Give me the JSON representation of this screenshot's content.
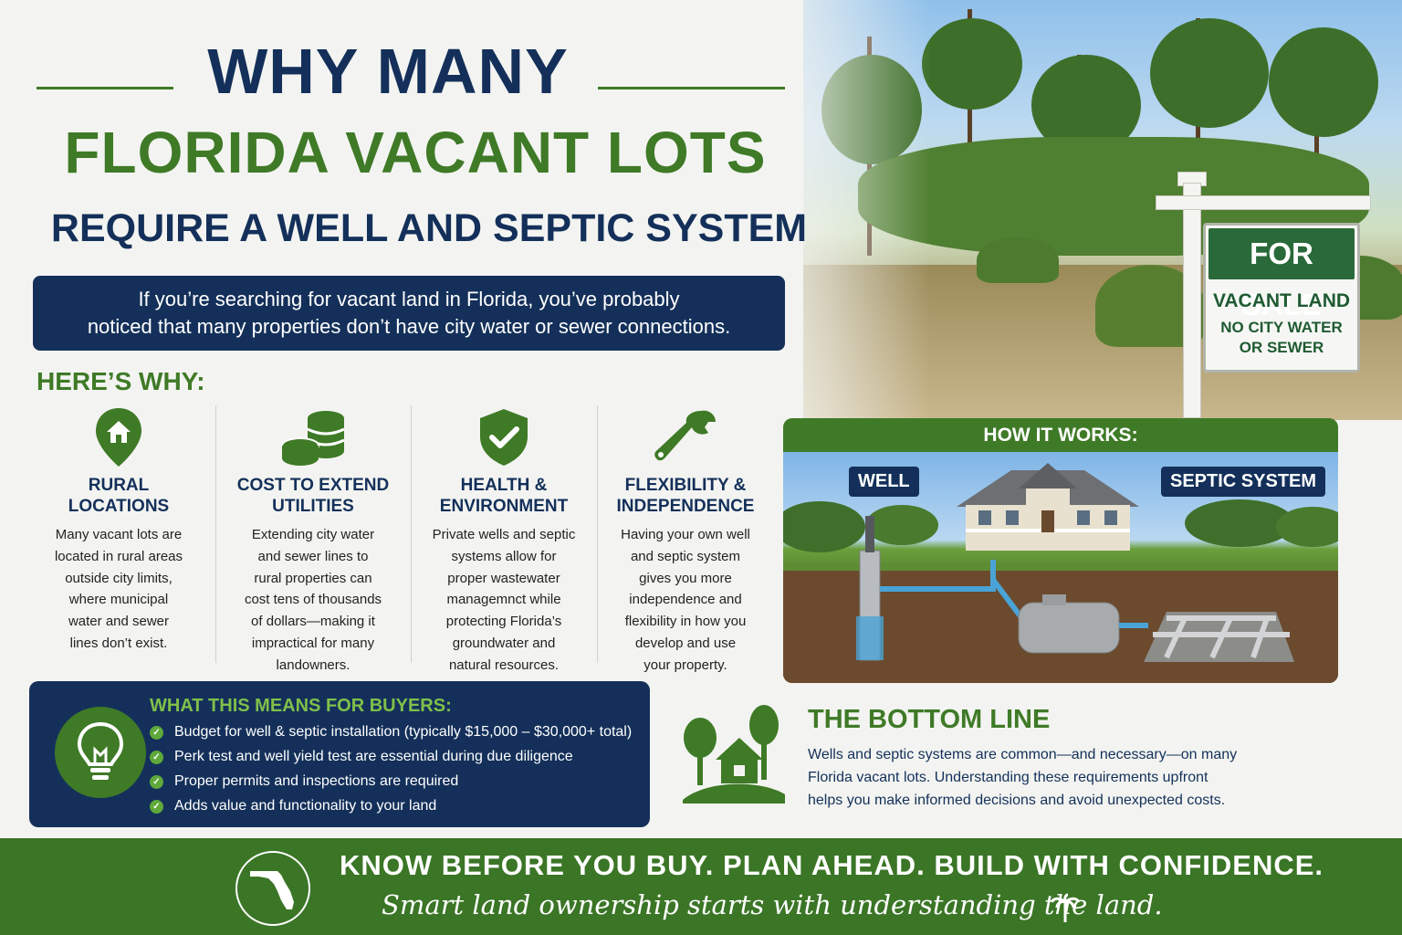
{
  "headline": {
    "line1": "WHY MANY",
    "line2": "FLORIDA VACANT LOTS",
    "line3": "REQUIRE A WELL AND SEPTIC SYSTEM"
  },
  "intro": {
    "line1": "If you’re searching for vacant land in Florida, you’ve probably",
    "line2": "noticed that many properties don’t have city water or sewer connections."
  },
  "sign": {
    "top": "FOR SALE",
    "middle": "VACANT LAND",
    "bottom1": "NO CITY WATER",
    "bottom2": "OR SEWER"
  },
  "heres_why": "HERE’S WHY:",
  "reasons": [
    {
      "icon": "map-pin-home-icon",
      "title1": "RURAL",
      "title2": "LOCATIONS",
      "body": [
        "Many vacant lots are",
        "located in rural areas",
        "outside city limits,",
        "where municipal",
        "water and sewer",
        "lines don’t exist."
      ]
    },
    {
      "icon": "coins-icon",
      "title1": "COST TO EXTEND",
      "title2": "UTILITIES",
      "body": [
        "Extending city water",
        "and sewer lines to",
        "rural properties can",
        "cost tens of thousands",
        "of dollars—making it",
        "impractical for many",
        "landowners."
      ]
    },
    {
      "icon": "shield-check-icon",
      "title1": "HEALTH &",
      "title2": "ENVIRONMENT",
      "body": [
        "Private wells and septic",
        "systems allow for",
        "proper wastewater",
        "managemnct while",
        "protecting Florida’s",
        "groundwater and",
        "natural resources."
      ]
    },
    {
      "icon": "wrench-icon",
      "title1": "FLEXIBILITY &",
      "title2": "INDEPENDENCE",
      "body": [
        "Having your own well",
        "and septic system",
        "gives you more",
        "independence and",
        "flexibility in how you",
        "develop and use",
        "your property."
      ]
    }
  ],
  "how_it_works": {
    "title": "HOW IT WORKS:",
    "well_label": "WELL",
    "septic_label": "SEPTIC SYSTEM"
  },
  "buyers": {
    "title": "WHAT THIS MEANS FOR BUYERS:",
    "items": [
      "Budget for well & septic installation (typically $15,000 – $30,000+ total)",
      "Perk test and well yield test are essential during due diligence",
      "Proper permits and inspections are required",
      "Adds value and functionality to your land"
    ]
  },
  "bottom_line": {
    "title": "THE BOTTOM LINE",
    "body": [
      "Wells and septic systems are common—and necessary—on many",
      "Florida vacant lots. Understanding these requirements upfront",
      "helps you make informed decisions and avoid unexpected costs."
    ]
  },
  "footer": {
    "main": "KNOW BEFORE YOU BUY. PLAN AHEAD. BUILD WITH CONFIDENCE.",
    "sub": "Smart land ownership starts with understanding the land."
  },
  "colors": {
    "navy": "#14305a",
    "green": "#3f7a27",
    "light_green": "#7fc04a",
    "background": "#f3f4f1"
  }
}
